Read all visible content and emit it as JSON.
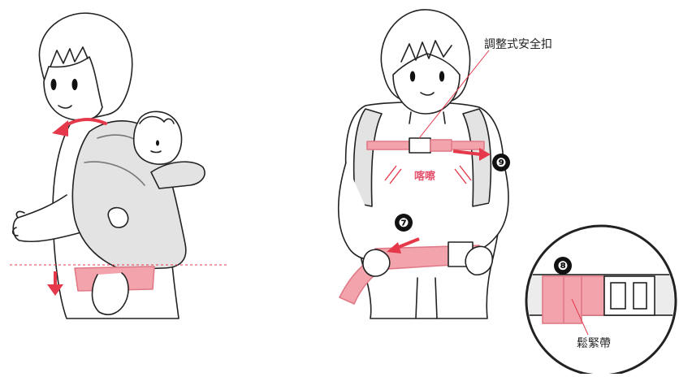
{
  "labels": {
    "adjustable_buckle": "調整式安全扣",
    "click_sound": "喀嚓",
    "loose_strap": "鬆緊帶"
  },
  "steps": {
    "step7": "❼",
    "step8": "❽",
    "step9": "❾"
  },
  "colors": {
    "accent": "#e5394b",
    "strap_pink": "#f3a3ac",
    "line": "#222222",
    "carrier_gray": "#d9d9d9"
  },
  "icons": [
    "arrow-left-curved-icon",
    "arrow-down-icon",
    "arrow-left-icon",
    "arrow-right-icon"
  ]
}
